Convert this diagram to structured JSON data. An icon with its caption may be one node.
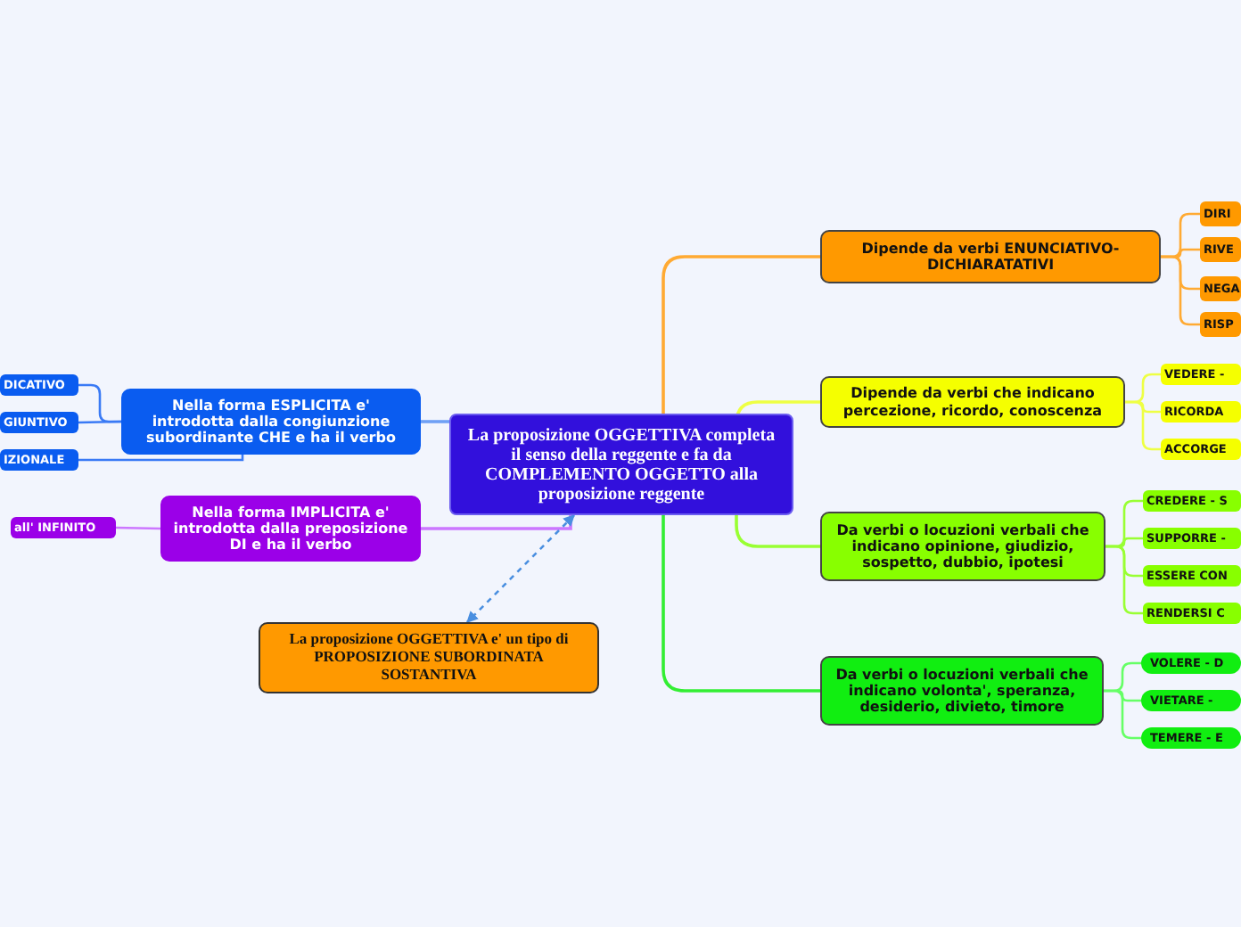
{
  "diagram": {
    "nodes": [
      {
        "text": [
          "La proposizione OGGETTIVA completa il senso della reggente e fa da COMPLEMENTO OGGETTO alla proposizione reggente"
        ]
      },
      {
        "text": [
          "Nella forma ESPLICITA e' introdotta dalla congiunzione subordinante CHE e ha il verbo"
        ]
      },
      {
        "text": [
          "DICATIVO"
        ]
      },
      {
        "text": [
          "GIUNTIVO"
        ]
      },
      {
        "text": [
          "IZIONALE"
        ]
      },
      {
        "text": [
          "Nella forma IMPLICITA e' introdotta dalla preposizione DI e ha il verbo"
        ]
      },
      {
        "text": [
          "all' INFINITO"
        ]
      },
      {
        "text": [
          "La proposizione OGGETTIVA e' un tipo di PROPOSIZIONE SUBORDINATA SOSTANTIVA"
        ]
      },
      {
        "text": [
          "Dipende da verbi ENUNCIATIVO-DICHIARATATIVI"
        ]
      },
      {
        "text": [
          "DIRI"
        ]
      },
      {
        "text": [
          "RIVE"
        ]
      },
      {
        "text": [
          "NEGA"
        ]
      },
      {
        "text": [
          "RISP"
        ]
      },
      {
        "text": [
          "Dipende da verbi che indicano percezione, ricordo, conoscenza"
        ]
      },
      {
        "text": [
          "VEDERE -"
        ]
      },
      {
        "text": [
          "RICORDA"
        ]
      },
      {
        "text": [
          "ACCORGE"
        ]
      },
      {
        "text": [
          "Da verbi o locuzioni verbali che indicano opinione, giudizio, sospetto, dubbio, ipotesi"
        ]
      },
      {
        "text": [
          "CREDERE - S"
        ]
      },
      {
        "text": [
          "SUPPORRE -"
        ]
      },
      {
        "text": [
          "ESSERE CON"
        ]
      },
      {
        "text": [
          "RENDERSI C"
        ]
      },
      {
        "text": [
          "Da verbi o locuzioni verbali che indicano volonta', speranza, desiderio, divieto, timore"
        ]
      },
      {
        "text": [
          "VOLERE - D"
        ]
      },
      {
        "text": [
          "VIETARE -"
        ]
      },
      {
        "text": [
          "TEMERE - E"
        ]
      }
    ],
    "edges": [
      {
        "from": 0,
        "to": 1,
        "arrow": "none",
        "color": "#6fa0f5"
      },
      {
        "from": 1,
        "to": 2,
        "arrow": "none",
        "color": "#3a7af5"
      },
      {
        "from": 1,
        "to": 3,
        "arrow": "none",
        "color": "#3a7af5"
      },
      {
        "from": 1,
        "to": 4,
        "arrow": "none",
        "color": "#3a7af5"
      },
      {
        "from": 0,
        "to": 5,
        "arrow": "none",
        "color": "#cc77ff"
      },
      {
        "from": 5,
        "to": 6,
        "arrow": "none",
        "color": "#cc77ff"
      },
      {
        "from": 0,
        "to": 7,
        "arrow": "both",
        "style": "dashed",
        "color": "#4a8fe0"
      },
      {
        "from": 0,
        "to": 8,
        "arrow": "none",
        "color": "#ffaa33"
      },
      {
        "from": 8,
        "to": 9,
        "arrow": "none",
        "color": "#ffaa33"
      },
      {
        "from": 8,
        "to": 10,
        "arrow": "none",
        "color": "#ffaa33"
      },
      {
        "from": 8,
        "to": 11,
        "arrow": "none",
        "color": "#ffaa33"
      },
      {
        "from": 8,
        "to": 12,
        "arrow": "none",
        "color": "#ffaa33"
      },
      {
        "from": 0,
        "to": 13,
        "arrow": "none",
        "color": "#eeff44"
      },
      {
        "from": 13,
        "to": 14,
        "arrow": "none",
        "color": "#eeff44"
      },
      {
        "from": 13,
        "to": 15,
        "arrow": "none",
        "color": "#eeff44"
      },
      {
        "from": 13,
        "to": 16,
        "arrow": "none",
        "color": "#eeff44"
      },
      {
        "from": 0,
        "to": 17,
        "arrow": "none",
        "color": "#99ff33"
      },
      {
        "from": 17,
        "to": 18,
        "arrow": "none",
        "color": "#99ff33"
      },
      {
        "from": 17,
        "to": 19,
        "arrow": "none",
        "color": "#99ff33"
      },
      {
        "from": 17,
        "to": 20,
        "arrow": "none",
        "color": "#99ff33"
      },
      {
        "from": 17,
        "to": 21,
        "arrow": "none",
        "color": "#99ff33"
      },
      {
        "from": 0,
        "to": 22,
        "arrow": "none",
        "color": "#33ee33"
      },
      {
        "from": 22,
        "to": 23,
        "arrow": "none",
        "color": "#66ff66"
      },
      {
        "from": 22,
        "to": 24,
        "arrow": "none",
        "color": "#66ff66"
      },
      {
        "from": 22,
        "to": 25,
        "arrow": "none",
        "color": "#66ff66"
      }
    ]
  }
}
